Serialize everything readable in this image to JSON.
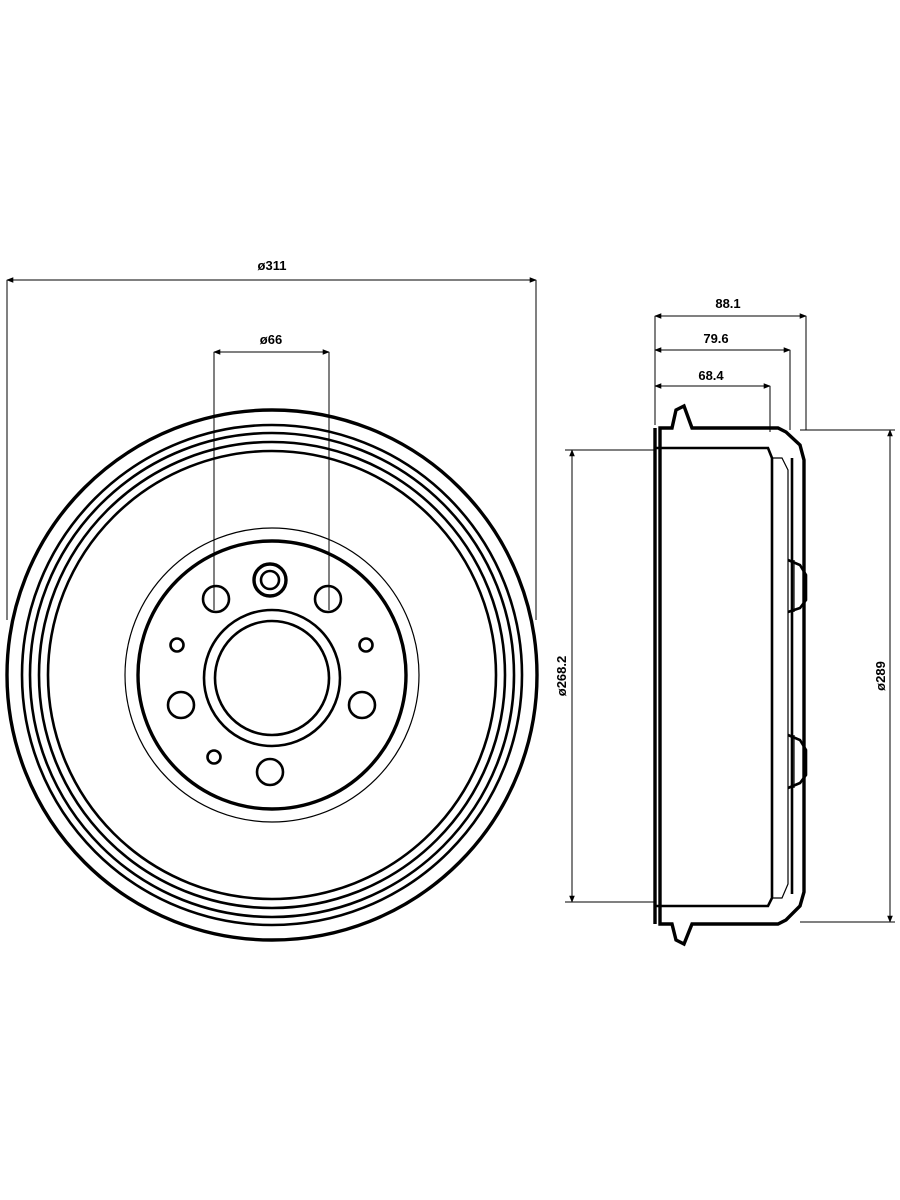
{
  "drawing": {
    "subject": "brake-drum",
    "line_color": "#000000",
    "background": "#ffffff"
  },
  "front_view": {
    "dim_outer_diameter": "ø311",
    "dim_hub_diameter": "ø66"
  },
  "side_view": {
    "dim_depth_1": "88.1",
    "dim_depth_2": "79.6",
    "dim_depth_3": "68.4",
    "dim_inner_diameter": "ø268.2",
    "dim_outer_diameter": "ø289"
  }
}
